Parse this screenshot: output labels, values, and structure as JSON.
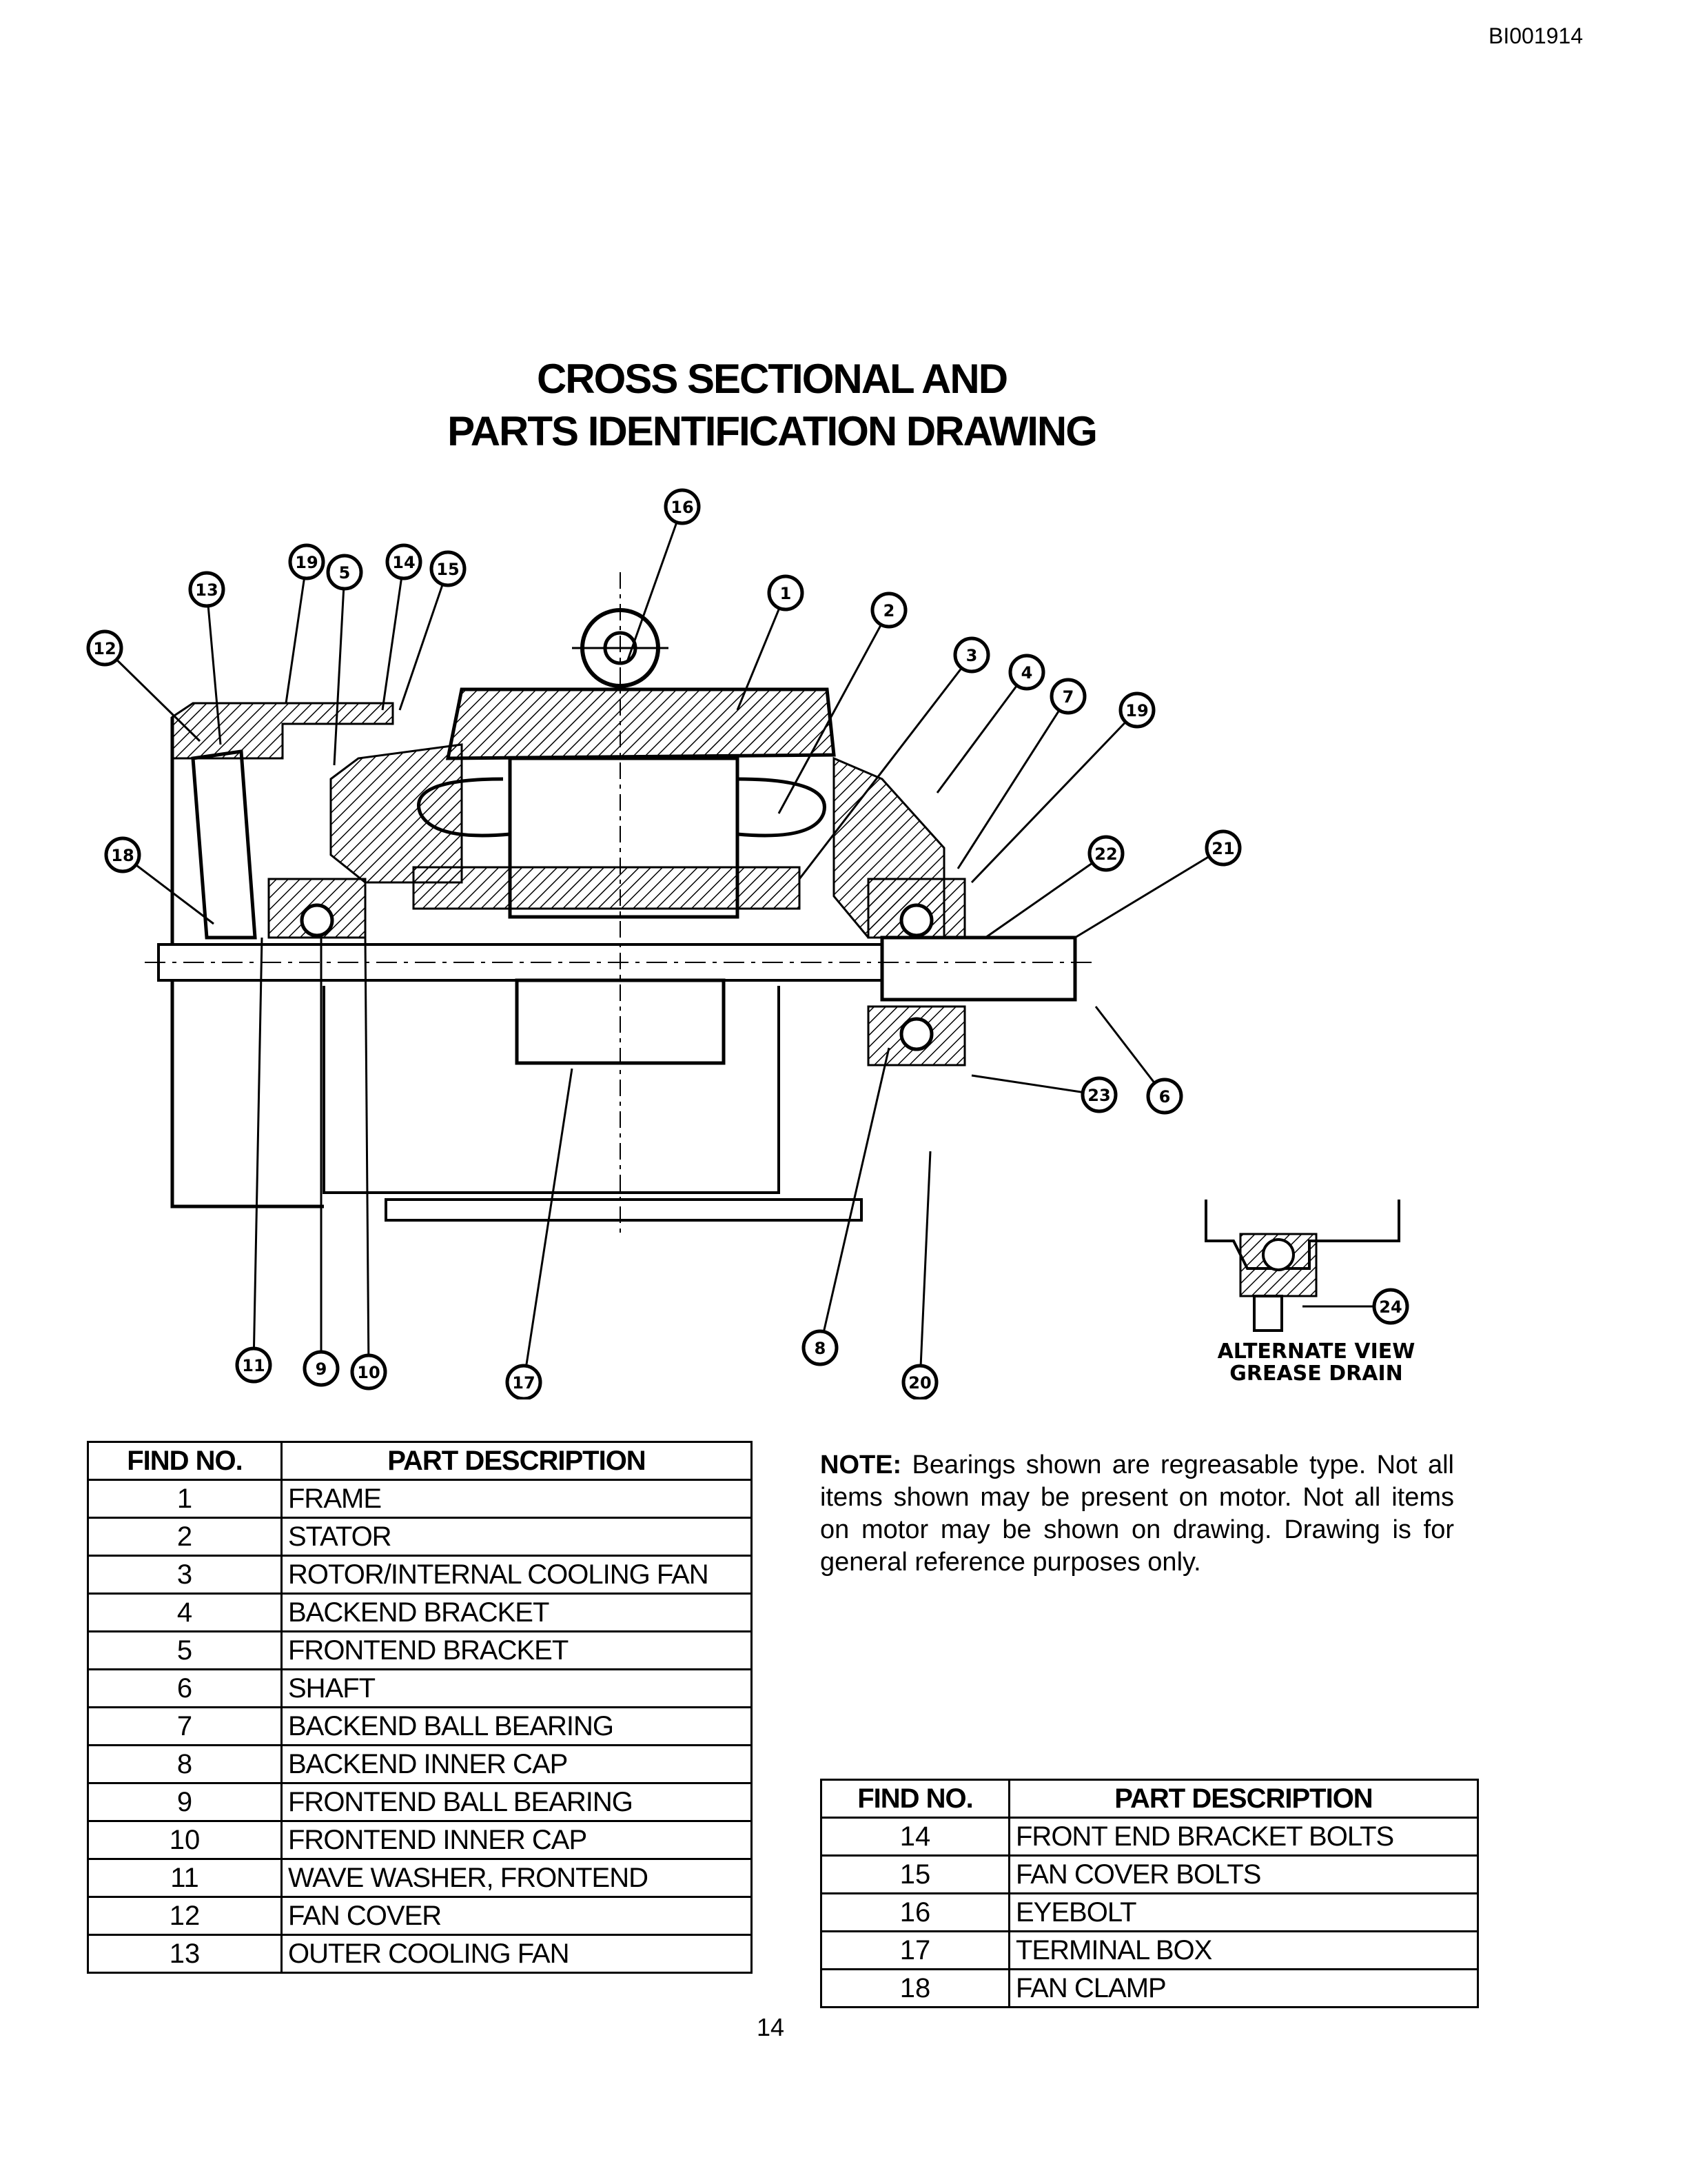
{
  "doc_id": "BI001914",
  "title_line1": "CROSS SECTIONAL AND",
  "title_line2": "PARTS IDENTIFICATION DRAWING",
  "drawing": {
    "callouts": [
      "1",
      "2",
      "3",
      "4",
      "5",
      "6",
      "7",
      "8",
      "9",
      "10",
      "11",
      "12",
      "13",
      "14",
      "15",
      "16",
      "17",
      "18",
      "19",
      "19",
      "20",
      "21",
      "22",
      "23",
      "24"
    ],
    "alt_view_line1": "ALTERNATE VIEW",
    "alt_view_line2": "GREASE DRAIN"
  },
  "table1": {
    "header_find": "FIND NO.",
    "header_desc": "PART DESCRIPTION",
    "rows": [
      {
        "find": "1",
        "desc": "FRAME"
      },
      {
        "find": "2",
        "desc": "STATOR"
      },
      {
        "find": "3",
        "desc": "ROTOR/INTERNAL COOLING FAN"
      },
      {
        "find": "4",
        "desc": "BACKEND BRACKET"
      },
      {
        "find": "5",
        "desc": "FRONTEND BRACKET"
      },
      {
        "find": "6",
        "desc": "SHAFT"
      },
      {
        "find": "7",
        "desc": "BACKEND BALL BEARING"
      },
      {
        "find": "8",
        "desc": "BACKEND INNER CAP"
      },
      {
        "find": "9",
        "desc": "FRONTEND BALL BEARING"
      },
      {
        "find": "10",
        "desc": "FRONTEND INNER CAP"
      },
      {
        "find": "11",
        "desc": "WAVE WASHER, FRONTEND"
      },
      {
        "find": "12",
        "desc": "FAN COVER"
      },
      {
        "find": "13",
        "desc": "OUTER COOLING FAN"
      }
    ]
  },
  "note": {
    "label": "NOTE:",
    "text": " Bearings shown are regreasable type. Not all items shown may be present on motor. Not all items on motor may be shown on drawing. Drawing is for general reference purposes only."
  },
  "table2": {
    "header_find": "FIND NO.",
    "header_desc": "PART DESCRIPTION",
    "rows": [
      {
        "find": "14",
        "desc": "FRONT END BRACKET BOLTS"
      },
      {
        "find": "15",
        "desc": "FAN COVER BOLTS"
      },
      {
        "find": "16",
        "desc": "EYEBOLT"
      },
      {
        "find": "17",
        "desc": "TERMINAL BOX"
      },
      {
        "find": "18",
        "desc": "FAN CLAMP"
      }
    ]
  },
  "page_number": "14"
}
